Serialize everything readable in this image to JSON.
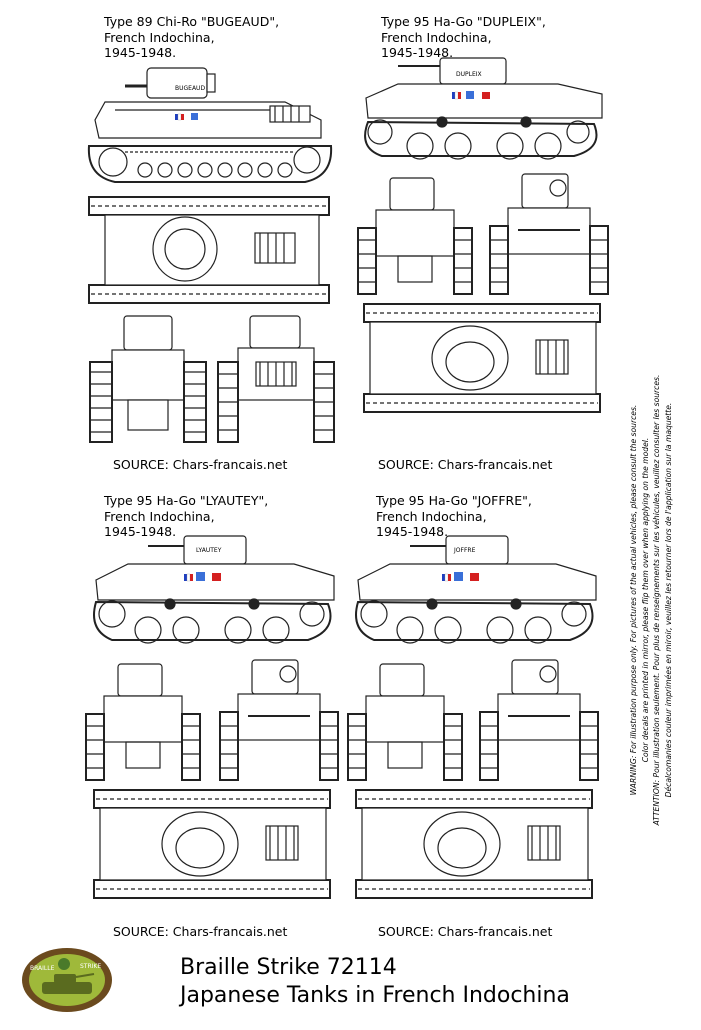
{
  "panels": [
    {
      "title": "Type 89 Chi-Ro \"BUGEAUD\",",
      "region": "French Indochina,",
      "years": "1945-1948.",
      "source": "SOURCE: Chars-francais.net",
      "hull_name": "BUGEAUD"
    },
    {
      "title": "Type 95 Ha-Go \"DUPLEIX\",",
      "region": "French Indochina,",
      "years": "1945-1948.",
      "source": "SOURCE: Chars-francais.net",
      "hull_name": "DUPLEIX"
    },
    {
      "title": "Type 95 Ha-Go \"LYAUTEY\",",
      "region": "French Indochina,",
      "years": "1945-1948.",
      "source": "SOURCE: Chars-francais.net",
      "hull_name": "LYAUTEY"
    },
    {
      "title": "Type 95 Ha-Go \"JOFFRE\",",
      "region": "French Indochina,",
      "years": "1945-1948.",
      "source": "SOURCE: Chars-francais.net",
      "hull_name": "JOFFRE"
    }
  ],
  "warning": {
    "line1": "WARNING: For illustration purpose only. For pictures of the actual vehicles, please consult the sources.",
    "line2": "Color decals are printed in mirror, please flip them over when applying on the model.",
    "line3": "ATTENTION: Pour illustration seulement. Pour plus de renseignements sur les véhicules, veuillez consulter les sources.",
    "line4": "Décalcomanies couleur imprimées en miroir, veuillez les retourner lors de l'application sur la maquette."
  },
  "footer": {
    "line1": "Braille Strike 72114",
    "line2": "Japanese Tanks in French Indochina"
  },
  "logo": {
    "left_text": "BRAILLE",
    "right_text": "STRIKE"
  },
  "colors": {
    "flag_blue": "#1f3fbf",
    "flag_red": "#d42020",
    "roundel_blue": "#3a6fd8",
    "logo_green": "#9fb93a",
    "logo_brown": "#6b4a1e",
    "ink": "#222222"
  }
}
